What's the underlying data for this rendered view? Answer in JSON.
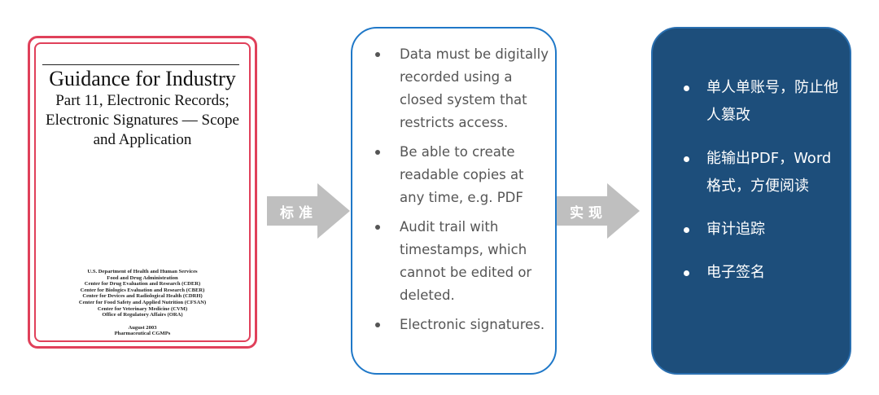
{
  "document": {
    "title": "Guidance for Industry",
    "subtitle_lines": [
      "Part 11, Electronic Records;",
      "Electronic Signatures — Scope",
      "and Application"
    ],
    "footer_lines": [
      "U.S. Department of Health and Human Services",
      "Food and Drug Administration",
      "Center for Drug Evaluation and Research (CDER)",
      "Center for Biologics Evaluation and Research (CBER)",
      "Center for Devices and Radiological Health (CDRH)",
      "Center for Food Safety and Applied Nutrition (CFSAN)",
      "Center for Veterinary Medicine (CVM)",
      "Office of Regulatory Affairs (ORA)"
    ],
    "date": "August 2003",
    "category": "Pharmaceutical CGMPs"
  },
  "arrows": {
    "first": "标准",
    "second": "实现"
  },
  "requirements": [
    "Data must be digitally recorded using a closed system that restricts access.",
    "Be able to create readable copies at any time, e.g. PDF",
    "Audit trail with timestamps, which cannot be edited or deleted.",
    "Electronic signatures."
  ],
  "implementation": [
    "单人单账号，防止他人篡改",
    "能输出PDF，Word格式，方便阅读",
    "审计追踪",
    "电子签名"
  ],
  "colors": {
    "doc_border": "#e0405a",
    "arrow": "#bfbfbf",
    "mid_border": "#1f78c8",
    "right_fill": "#1d4e7b"
  }
}
